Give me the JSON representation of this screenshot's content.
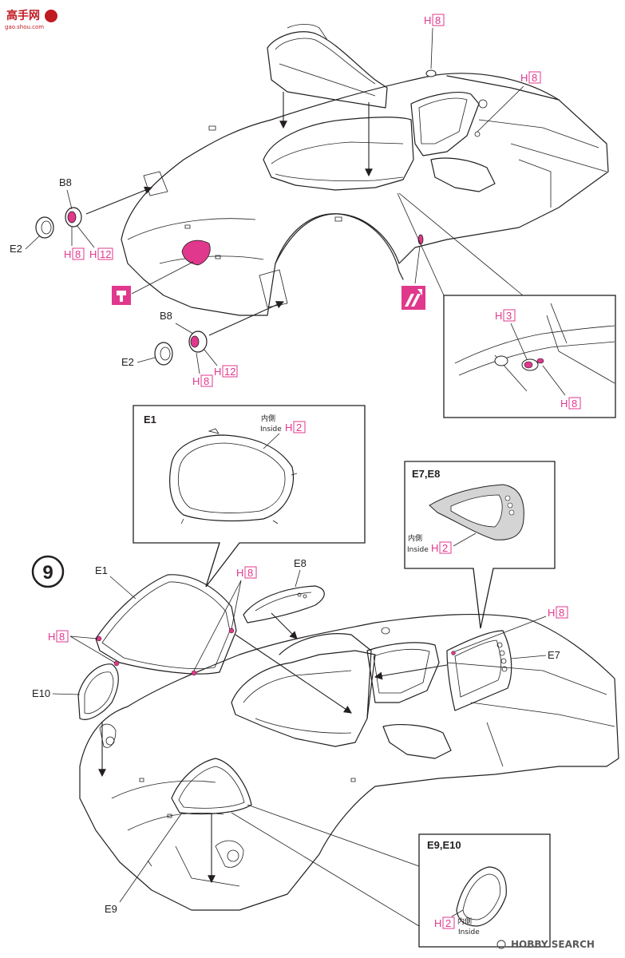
{
  "watermark": {
    "logo_text": "高手网",
    "url": "gao.shou.com",
    "brand": "HOBBY SEARCH",
    "brand_symbol": "®"
  },
  "step": {
    "number": "9"
  },
  "top": {
    "b8_upper": "B8",
    "e2_upper": "E2",
    "h8_a": "8",
    "h12_a": "12",
    "b8_lower": "B8",
    "e2_lower": "E2",
    "h8_b": "8",
    "h12_b": "12",
    "h8_roof": "8",
    "h8_side": "8",
    "detail": {
      "h3": "3",
      "h8": "8"
    }
  },
  "h_prefix": "H",
  "boxes": {
    "e1": {
      "title": "E1",
      "inside_ja": "内側",
      "inside_en": "Inside",
      "code": "2"
    },
    "e7e8": {
      "title": "E7,E8",
      "inside_ja": "内側",
      "inside_en": "Inside",
      "code": "2"
    },
    "e9e10": {
      "title": "E9,E10",
      "inside_ja": "内側",
      "inside_en": "Inside",
      "code": "2"
    }
  },
  "bottom": {
    "e1": "E1",
    "e8": "E8",
    "e7": "E7",
    "e9": "E9",
    "e10": "E10",
    "h8_top": "8",
    "h8_left": "8",
    "h8_right": "8"
  },
  "colors": {
    "accent": "#e0388c",
    "ink": "#231f20",
    "watermark_red": "#c01a22"
  },
  "icons": [
    "paint-brush-icon",
    "cut-tool-icon"
  ]
}
